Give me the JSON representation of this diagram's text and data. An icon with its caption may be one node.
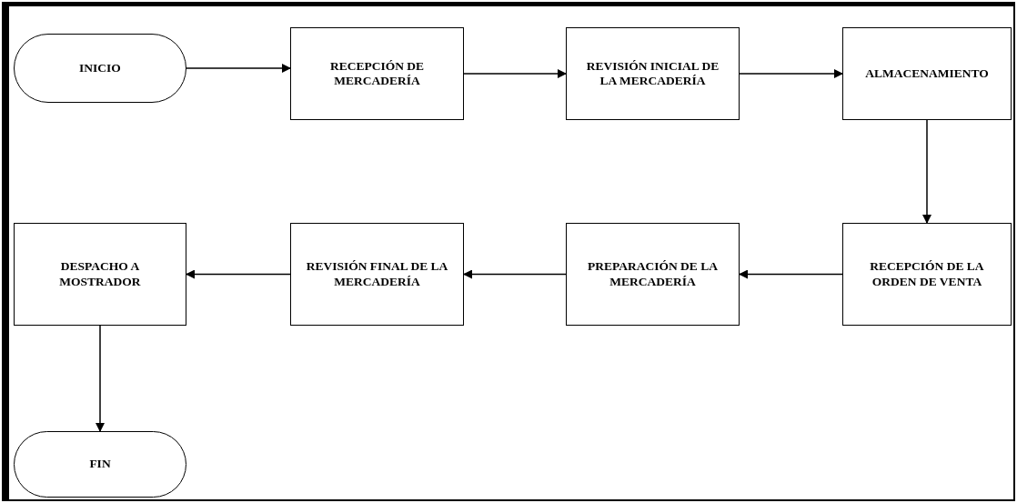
{
  "diagram": {
    "nodes": [
      {
        "text": [
          "INICIO"
        ]
      },
      {
        "text": [
          "RECEPCIÓN DE MERCADERÍA"
        ]
      },
      {
        "text": [
          "REVISIÓN INICIAL DE LA MERCADERÍA"
        ]
      },
      {
        "text": [
          "ALMACENAMIENTO"
        ]
      },
      {
        "text": [
          "RECEPCIÓN DE LA ORDEN DE VENTA"
        ]
      },
      {
        "text": [
          "PREPARACIÓN DE LA MERCADERÍA"
        ]
      },
      {
        "text": [
          "REVISIÓN FINAL DE LA MERCADERÍA"
        ]
      },
      {
        "text": [
          "DESPACHO A MOSTRADOR"
        ]
      },
      {
        "text": [
          "FIN"
        ]
      }
    ],
    "edges": [
      {
        "from": 0,
        "to": 1,
        "arrow": "to"
      },
      {
        "from": 1,
        "to": 2,
        "arrow": "to"
      },
      {
        "from": 2,
        "to": 3,
        "arrow": "to"
      },
      {
        "from": 3,
        "to": 4,
        "arrow": "to"
      },
      {
        "from": 4,
        "to": 5,
        "arrow": "to"
      },
      {
        "from": 5,
        "to": 6,
        "arrow": "to"
      },
      {
        "from": 6,
        "to": 7,
        "arrow": "to"
      },
      {
        "from": 7,
        "to": 8,
        "arrow": "to"
      }
    ]
  }
}
